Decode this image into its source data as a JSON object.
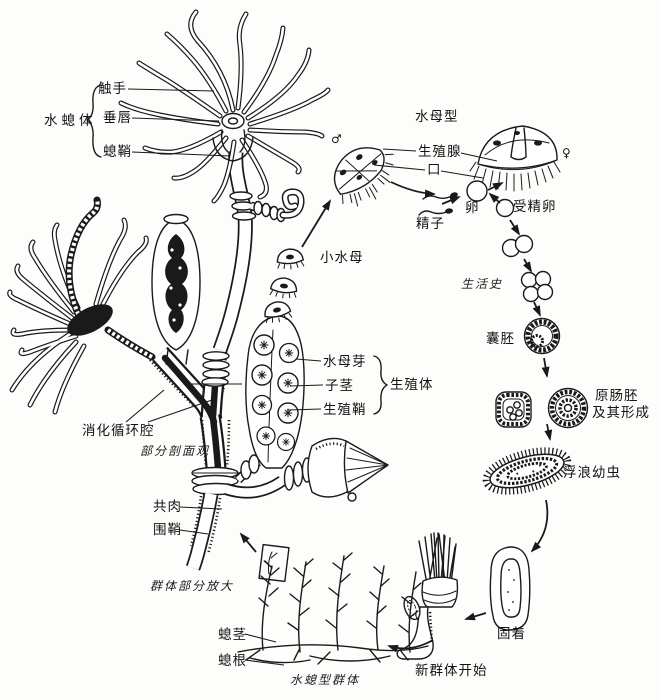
{
  "figure": {
    "subject": "hydrozoan-life-cycle-diagram",
    "colors": {
      "ink": "#1a1a1a",
      "paper": "#fdfdfb"
    }
  },
  "labels": {
    "polyp_group": "水螅体",
    "tentacle": "触手",
    "hypostome": "垂唇",
    "hydrotheca": "螅鞘",
    "medusa_type": "水母型",
    "male_symbol": "♂",
    "female_symbol": "♀",
    "gonad": "生殖腺",
    "mouth": "口",
    "sperm": "精子",
    "egg": "卵",
    "fertilized_egg": "受精卵",
    "small_medusa": "小水母",
    "life_history": "生活史",
    "blastula": "囊胚",
    "gastrula_line1": "原肠胚",
    "gastrula_line2": "及其形成",
    "planula": "浮浪幼虫",
    "medusa_bud": "水母芽",
    "blastostyle": "子茎",
    "gonotheca": "生殖鞘",
    "gonangium_group": "生殖体",
    "gastrovascular_cavity": "消化循环腔",
    "partial_section_view": "部分剖面观",
    "coenosarc": "共肉",
    "perisarc": "围鞘",
    "colony_part_enlarged": "群体部分放大",
    "hydrocaulus": "螅茎",
    "hydrorhiza": "螅根",
    "polyp_colony": "水螅型群体",
    "attached": "固着",
    "new_colony_start": "新群体开始"
  }
}
